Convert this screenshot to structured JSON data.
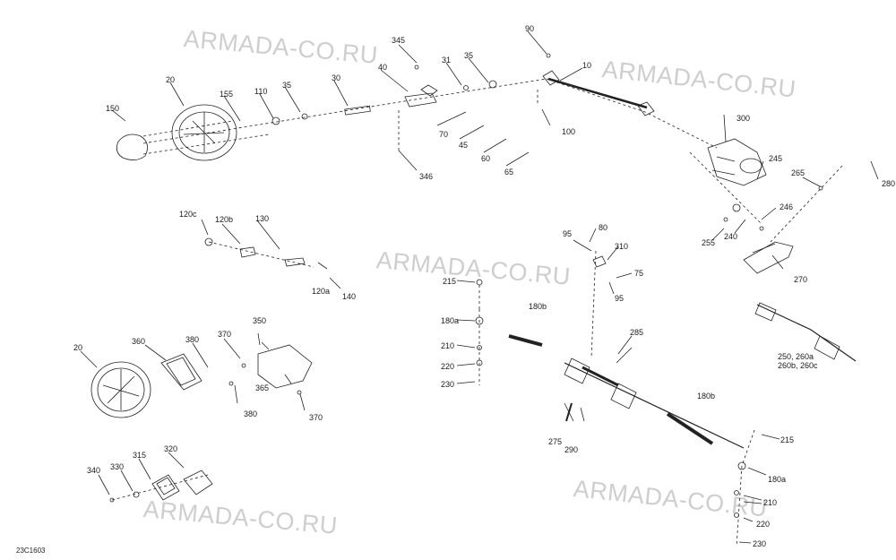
{
  "figure_code": "23C1603",
  "watermark_text": "ARMADA-CO.RU",
  "callouts": [
    "345",
    "90",
    "31",
    "35",
    "10",
    "40",
    "30",
    "35",
    "110",
    "155",
    "20",
    "150",
    "70",
    "100",
    "45",
    "60",
    "65",
    "346",
    "300",
    "245",
    "265",
    "280",
    "246",
    "255",
    "240",
    "270",
    "120c",
    "120b",
    "130",
    "120a",
    "140",
    "95",
    "80",
    "310",
    "75",
    "95",
    "215",
    "180b",
    "180a",
    "210",
    "220",
    "230",
    "285",
    "250, 260a",
    "260b, 260c",
    "180b",
    "275",
    "290",
    "215",
    "180a",
    "210",
    "220",
    "230",
    "20",
    "360",
    "380",
    "370",
    "350",
    "365",
    "380",
    "370",
    "320",
    "340",
    "330",
    "315"
  ]
}
